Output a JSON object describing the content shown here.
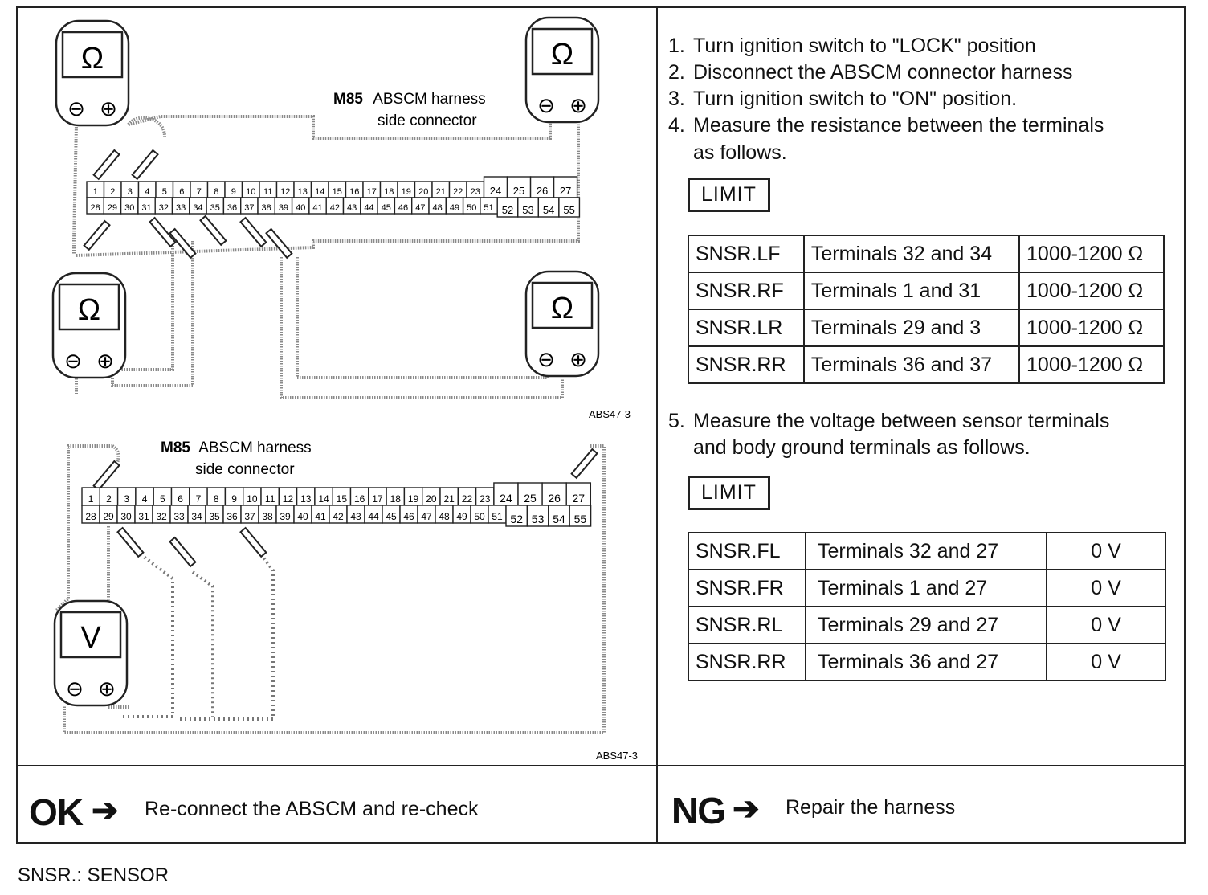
{
  "diagram_top": {
    "connector_label_bold": "M85",
    "connector_label_rest": "ABSCM harness",
    "connector_label_line2": "side connector",
    "meter_symbol": "Ω",
    "ref": "ABS47-3",
    "row1": [
      "1",
      "2",
      "3",
      "4",
      "5",
      "6",
      "7",
      "8",
      "9",
      "10",
      "11",
      "12",
      "13",
      "14",
      "15",
      "16",
      "17",
      "18",
      "19",
      "20",
      "21",
      "22",
      "23",
      "24",
      "25",
      "26",
      "27"
    ],
    "row2": [
      "28",
      "29",
      "30",
      "31",
      "32",
      "33",
      "34",
      "35",
      "36",
      "37",
      "38",
      "39",
      "40",
      "41",
      "42",
      "43",
      "44",
      "45",
      "46",
      "47",
      "48",
      "49",
      "50",
      "51",
      "52",
      "53",
      "54",
      "55"
    ]
  },
  "diagram_bottom": {
    "connector_label_bold": "M85",
    "connector_label_rest": "ABSCM harness",
    "connector_label_line2": "side connector",
    "meter_symbol": "V",
    "ref": "ABS47-3"
  },
  "meter": {
    "minus": "⊖",
    "plus": "⊕"
  },
  "steps": [
    {
      "num": "1.",
      "text": "Turn ignition switch to \"LOCK\" position"
    },
    {
      "num": "2.",
      "text": "Disconnect the ABSCM connector harness"
    },
    {
      "num": "3.",
      "text": "Turn ignition switch to \"ON\" position."
    },
    {
      "num": "4.",
      "text": "Measure the resistance between the terminals",
      "cont": "as follows."
    },
    {
      "num": "5.",
      "text": "Measure the voltage between sensor terminals",
      "cont": "and body ground terminals as follows."
    }
  ],
  "limit_label": "LIMIT",
  "resistance_table": [
    [
      "SNSR.LF",
      "Terminals 32 and 34",
      "1000-1200 Ω"
    ],
    [
      "SNSR.RF",
      "Terminals 1 and 31",
      "1000-1200 Ω"
    ],
    [
      "SNSR.LR",
      "Terminals 29 and 3",
      "1000-1200 Ω"
    ],
    [
      "SNSR.RR",
      "Terminals 36 and 37",
      "1000-1200 Ω"
    ]
  ],
  "voltage_table": [
    [
      "SNSR.FL",
      "Terminals 32 and 27",
      "0 V"
    ],
    [
      "SNSR.FR",
      "Terminals 1 and 27",
      "0 V"
    ],
    [
      "SNSR.RL",
      "Terminals 29 and 27",
      "0 V"
    ],
    [
      "SNSR.RR",
      "Terminals 36 and 27",
      "0 V"
    ]
  ],
  "result_ok": {
    "label": "OK",
    "text": "Re-connect the ABSCM and re-check"
  },
  "result_ng": {
    "label": "NG",
    "text": "Repair the harness"
  },
  "arrow_glyph": "➔",
  "footnote": "SNSR.: SENSOR"
}
